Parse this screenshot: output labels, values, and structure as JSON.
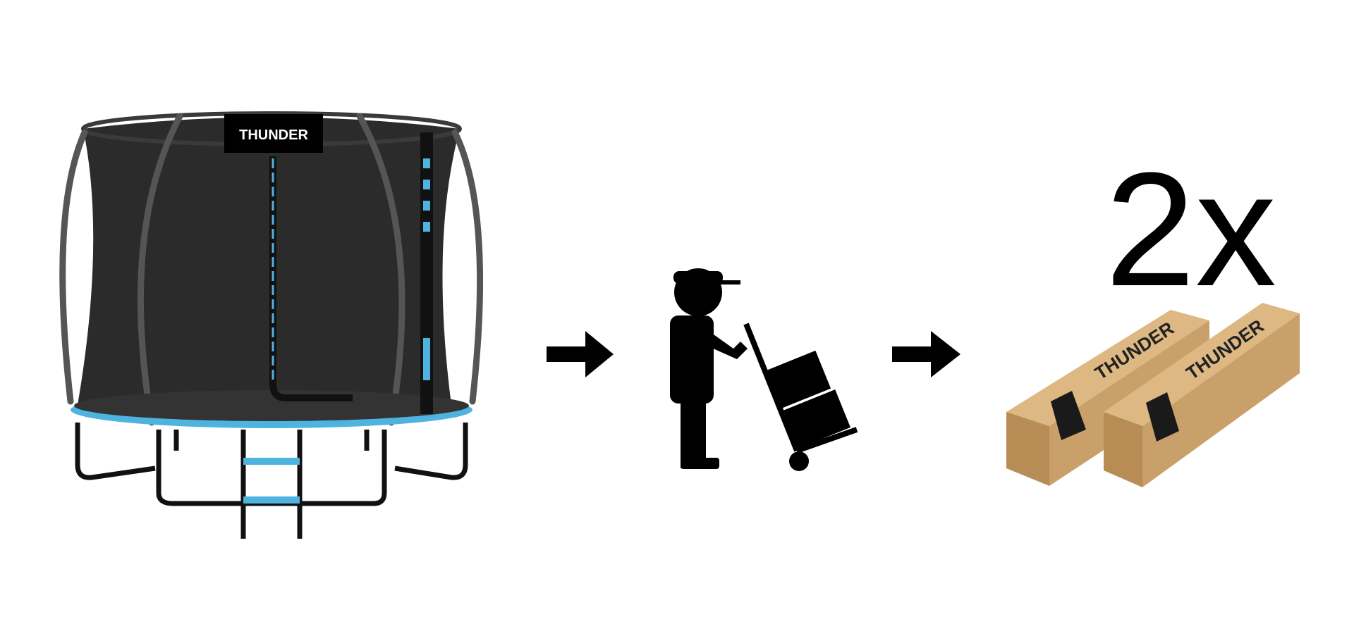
{
  "trampoline": {
    "brand_logo": "THUNDER"
  },
  "boxes": {
    "quantity_label": "2x",
    "brand_logo": "THUNDER"
  },
  "colors": {
    "accent_blue": "#4fb3e0",
    "net": "#2b2b2b",
    "cardboard": "#c9a06a"
  }
}
